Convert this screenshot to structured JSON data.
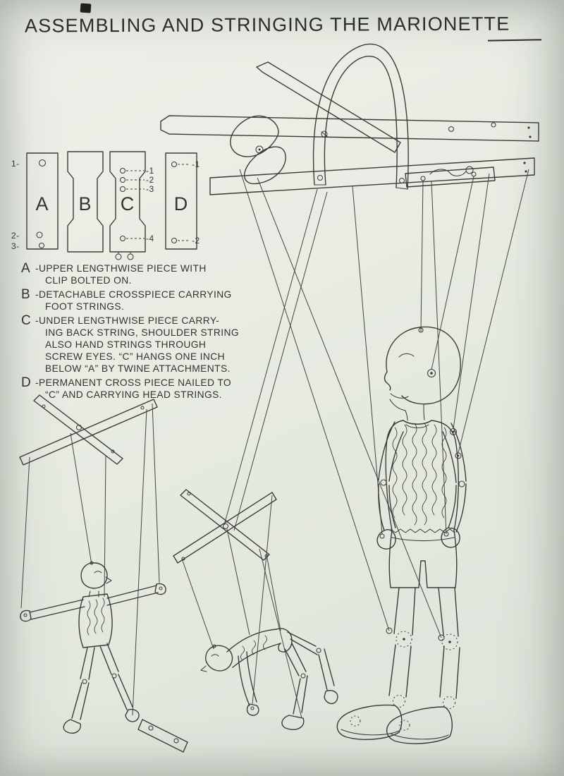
{
  "page": {
    "title": "ASSEMBLING AND STRINGING THE MARIONETTE",
    "paper_color": "#e7ebe2",
    "ink_color": "#3b3b35"
  },
  "pieces_diagram": {
    "labels": [
      "A",
      "B",
      "C",
      "D"
    ],
    "a_markers": [
      "1-",
      "2-",
      "3-"
    ],
    "c_markers": [
      "-1",
      "-2",
      "-3",
      "-4"
    ],
    "d_markers": [
      "-1",
      "-2"
    ]
  },
  "legend": {
    "items": [
      {
        "key": "A",
        "lines": [
          "-UPPER LENGTHWISE PIECE WITH",
          "CLIP BOLTED ON."
        ]
      },
      {
        "key": "B",
        "lines": [
          "-DETACHABLE CROSSPIECE CARRYING",
          "FOOT STRINGS."
        ]
      },
      {
        "key": "C",
        "lines": [
          "-UNDER LENGTHWISE PIECE CARRY-",
          "ING BACK STRING, SHOULDER STRING",
          "ALSO HAND STRINGS THROUGH",
          "SCREW EYES. “C” HANGS ONE INCH",
          "BELOW “A” BY TWINE ATTACHMENTS."
        ]
      },
      {
        "key": "D",
        "lines": [
          "-PERMANENT CROSS PIECE NAILED TO",
          "“C” AND CARRYING HEAD STRINGS."
        ]
      }
    ]
  },
  "figures": {
    "control_assembly": "Control bar assembly with hanging strap and strings",
    "main_marionette": "Large strung marionette standing in profile",
    "left_marionette": "Small marionette with arms outstretched",
    "bowing_marionette": "Marionette bending forward",
    "loose_crosspiece": "Detached crosspiece with screw holes"
  }
}
